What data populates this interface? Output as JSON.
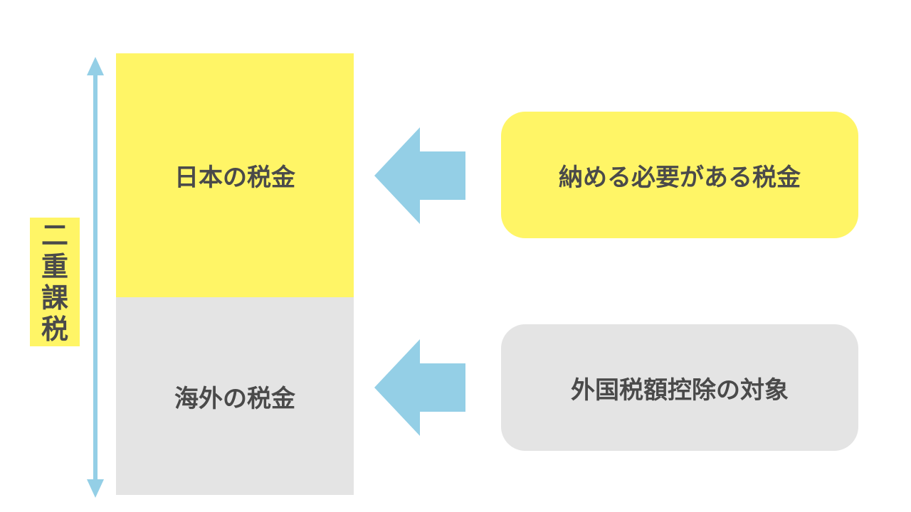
{
  "side_label": {
    "chars": [
      "二",
      "重",
      "課",
      "税"
    ]
  },
  "stack": {
    "japan_tax": "日本の税金",
    "foreign_tax": "海外の税金"
  },
  "notes": {
    "must_pay": "納める必要がある税金",
    "credit_target": "外国税額控除の対象"
  },
  "colors": {
    "yellow": "#fff566",
    "gray": "#e4e4e4",
    "arrow_blue": "#94cfe6",
    "text": "#4a4a4a"
  }
}
